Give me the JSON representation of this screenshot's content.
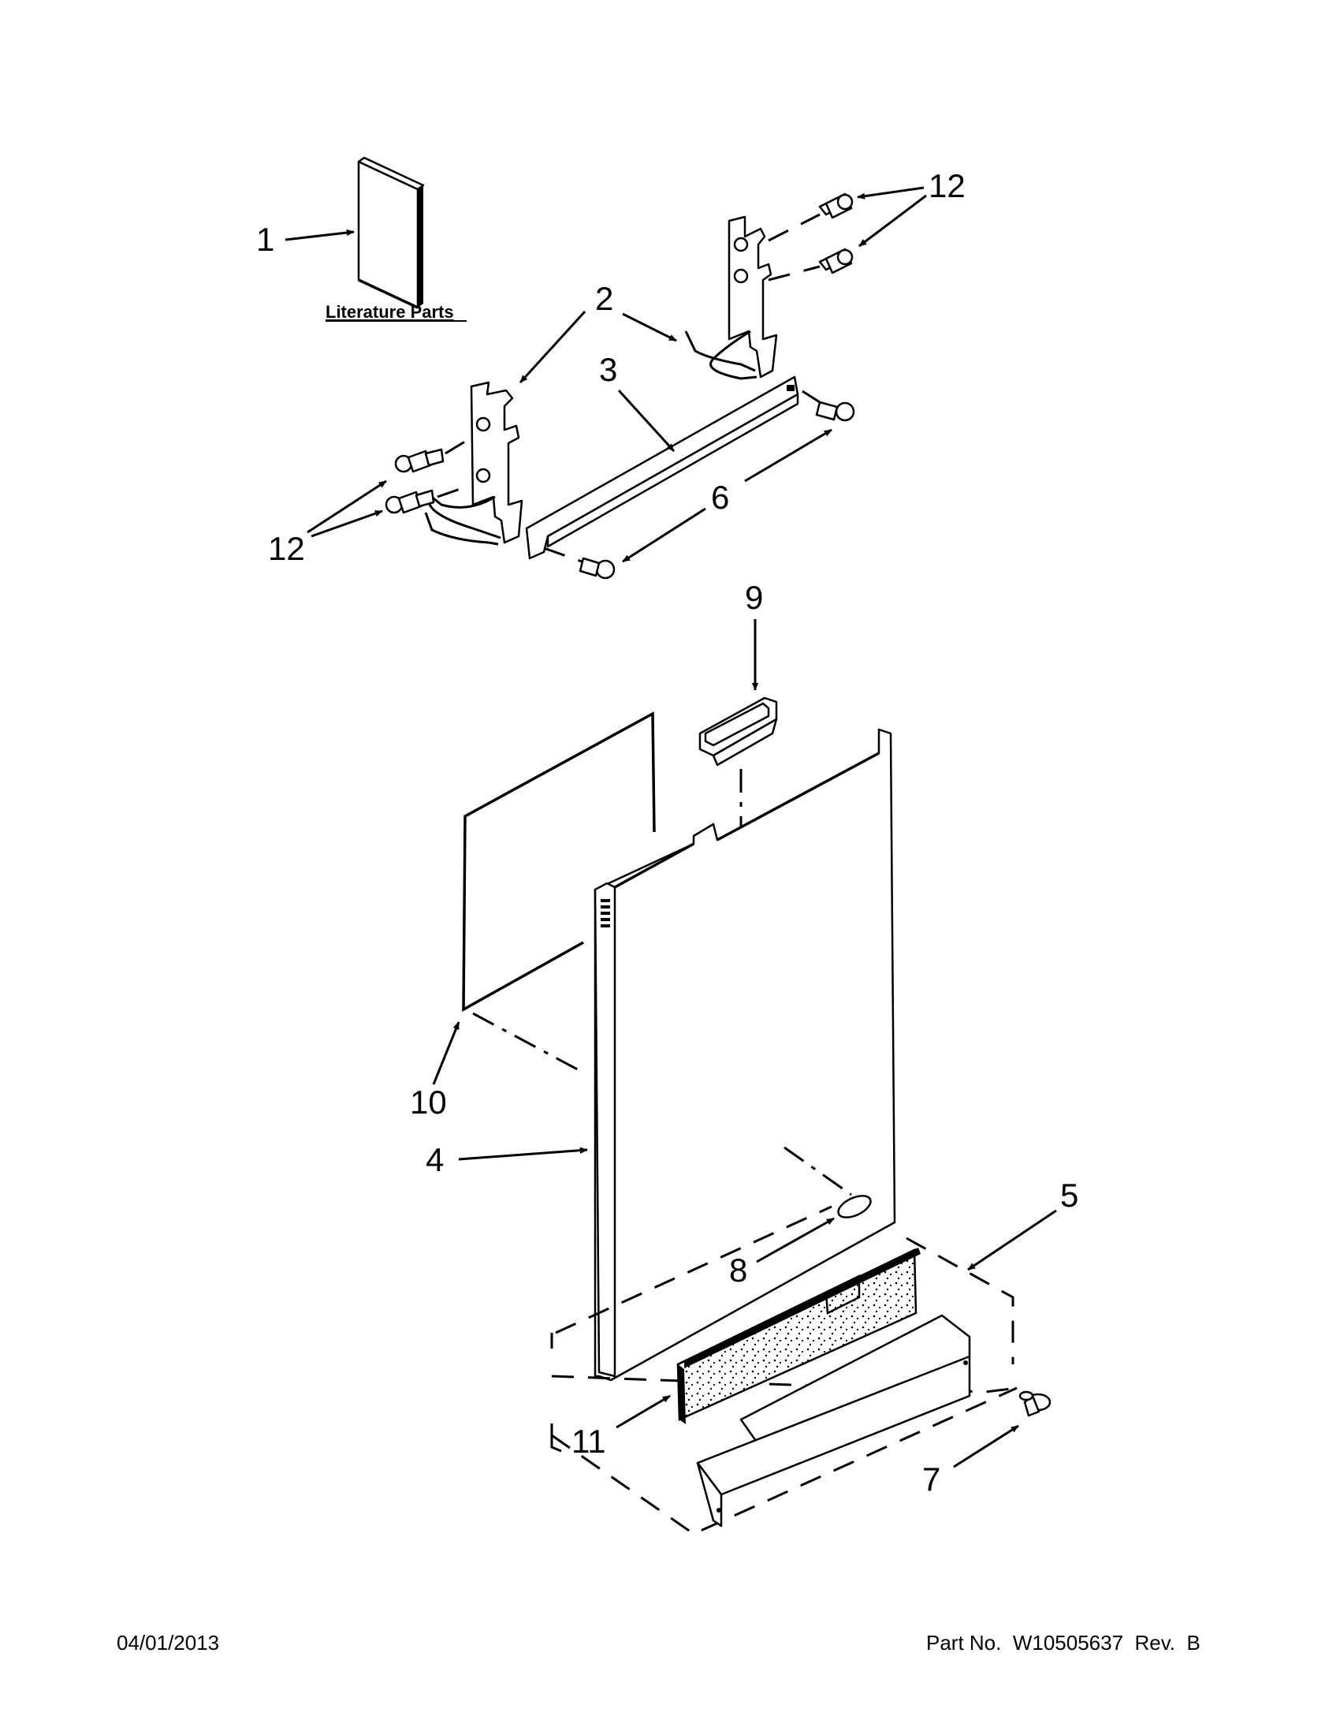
{
  "diagram": {
    "literature_label": "Literature Parts",
    "callouts": {
      "c1": "1",
      "c2": "2",
      "c3": "3",
      "c4": "4",
      "c5": "5",
      "c6": "6",
      "c7": "7",
      "c8": "8",
      "c9": "9",
      "c10": "10",
      "c11": "11",
      "c12a": "12",
      "c12b": "12"
    }
  },
  "footer": {
    "date": "04/01/2013",
    "part_number": "Part No.  W10505637  Rev.  B"
  }
}
